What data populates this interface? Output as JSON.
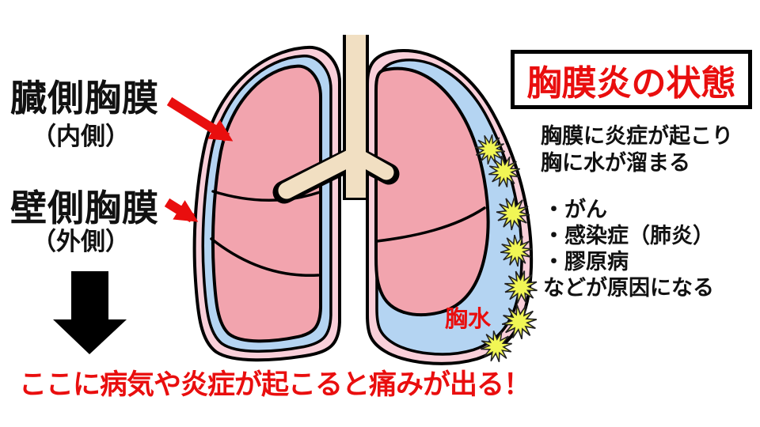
{
  "labels": {
    "visceral": {
      "title": "臓側胸膜",
      "sub": "（内側）"
    },
    "parietal": {
      "title": "壁側胸膜",
      "sub": "（外側）"
    },
    "effusion": "胸水",
    "bottom_note": "ここに病気や炎症が起こると痛みが出る！"
  },
  "panel": {
    "title": "胸膜炎の状態",
    "description": [
      "胸膜に炎症が起こり",
      "胸に水が溜まる"
    ],
    "causes": [
      "・がん",
      "・感染症（肺炎）",
      "・膠原病",
      "などが原因になる"
    ]
  },
  "colors": {
    "lung_pink": "#F2A4AE",
    "pleura_pink": "#F9CFD9",
    "pleura_blue": "#B4D4F2",
    "effusion_blue": "#B4D4F2",
    "trachea_beige": "#F1DFC2",
    "burst_yellow": "#F1F655",
    "accent_red": "#E90E0E",
    "outline_black": "#000000"
  }
}
